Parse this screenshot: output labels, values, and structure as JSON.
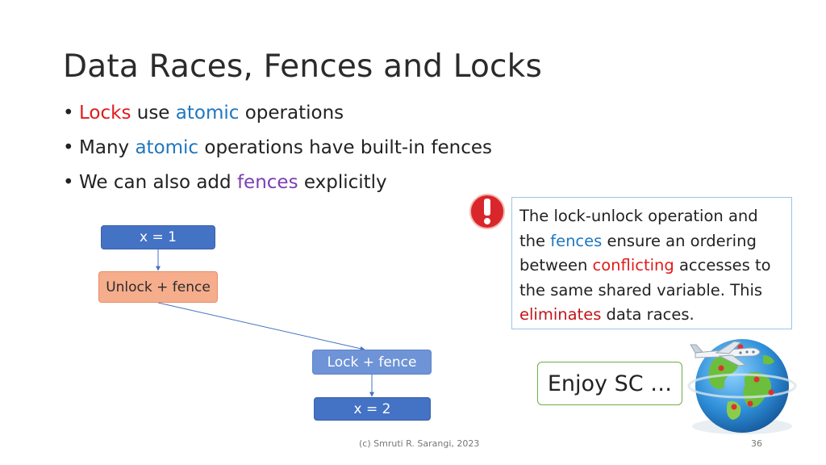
{
  "slide": {
    "title": "Data Races, Fences and Locks",
    "bullets": [
      [
        {
          "t": "Locks",
          "c": "red"
        },
        {
          "t": " use "
        },
        {
          "t": "atomic",
          "c": "blue"
        },
        {
          "t": " operations"
        }
      ],
      [
        {
          "t": "Many "
        },
        {
          "t": "atomic",
          "c": "blue"
        },
        {
          "t": " operations have built-in fences"
        }
      ],
      [
        {
          "t": "We can also add "
        },
        {
          "t": "fences",
          "c": "purple"
        },
        {
          "t": " explicitly"
        }
      ]
    ]
  },
  "diagram": {
    "box_x1": "x = 1",
    "box_unlock": "Unlock + fence",
    "box_lock": "Lock + fence",
    "box_x2": "x = 2"
  },
  "callout": {
    "lines": [
      [
        {
          "t": "The lock-unlock operation and"
        }
      ],
      [
        {
          "t": "the "
        },
        {
          "t": "fences",
          "c": "blue"
        },
        {
          "t": " ensure an ordering"
        }
      ],
      [
        {
          "t": "between "
        },
        {
          "t": "conflicting",
          "c": "red"
        },
        {
          "t": " accesses to"
        }
      ],
      [
        {
          "t": "the same shared variable. This"
        }
      ],
      [
        {
          "t": "eliminates",
          "c": "darkred"
        },
        {
          "t": " data races."
        }
      ]
    ]
  },
  "enjoy": {
    "label": "Enjoy SC …"
  },
  "footer": {
    "credit": "(c) Smruti R. Sarangi, 2023",
    "page": "36"
  },
  "icons": {
    "alert": "exclamation-icon",
    "globe": "globe-airplane-icon"
  },
  "colors": {
    "red": "#e01b1b",
    "blue": "#1f77bf",
    "purple": "#7b3fb3",
    "box_blue": "#4472c4",
    "box_orange": "#f6ad8c"
  }
}
